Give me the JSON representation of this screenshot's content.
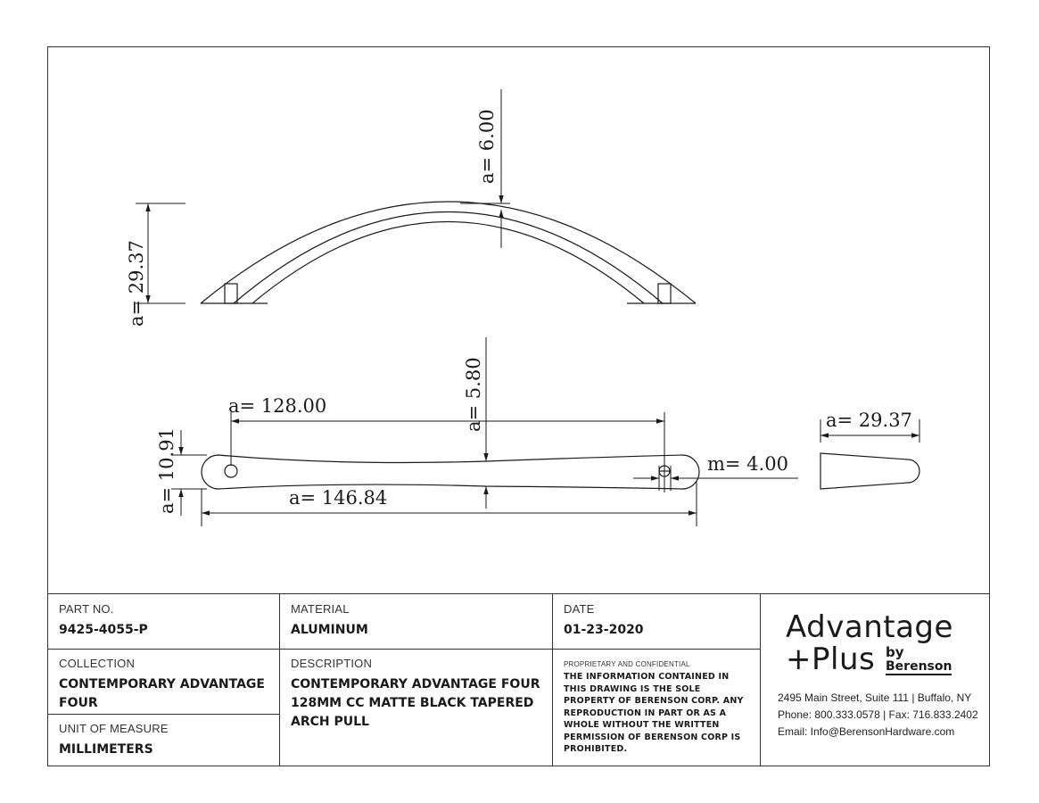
{
  "dimensions": {
    "top_height": "a= 29.37",
    "top_thickness": "a= 6.00",
    "front_depth": "a= 5.80",
    "front_cc": "a= 128.00",
    "front_height": "a= 10.91",
    "front_length": "a= 146.84",
    "hole_dia": "m= 4.00",
    "side_width": "a= 29.37"
  },
  "title_block": {
    "part_no_label": "PART NO.",
    "part_no_value": "9425-4055-P",
    "collection_label": "COLLECTION",
    "collection_value": "CONTEMPORARY ADVANTAGE FOUR",
    "uom_label": "UNIT OF MEASURE",
    "uom_value": "MILLIMETERS",
    "material_label": "MATERIAL",
    "material_value": "ALUMINUM",
    "description_label": "DESCRIPTION",
    "description_value": "CONTEMPORARY ADVANTAGE FOUR 128MM CC MATTE BLACK TAPERED ARCH PULL",
    "date_label": "DATE",
    "date_value": "01-23-2020",
    "proprietary_label": "PROPRIETARY AND CONFIDENTIAL",
    "proprietary_text": "THE INFORMATION CONTAINED IN THIS DRAWING IS THE SOLE PROPERTY OF BERENSON CORP. ANY REPRODUCTION IN PART OR AS A WHOLE WITHOUT THE WRITTEN PERMISSION OF BERENSON CORP IS PROHIBITED."
  },
  "logo": {
    "line1": "Advantage",
    "line2": "+Plus",
    "by": "by",
    "brand": "Berenson"
  },
  "contact": {
    "address": "2495 Main Street, Suite 111 | Buffalo, NY",
    "phone": "Phone: 800.333.0578 | Fax: 716.833.2402",
    "email": "Email: Info@BerensonHardware.com"
  }
}
